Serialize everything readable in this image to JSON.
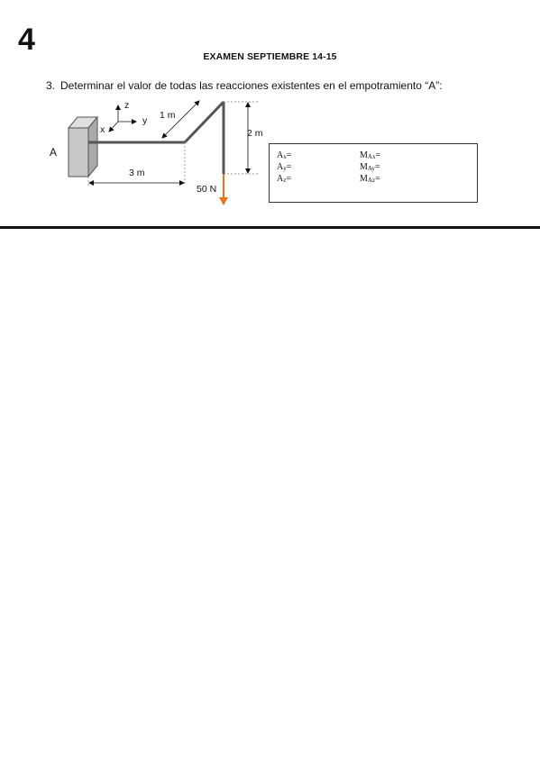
{
  "page_number": "4",
  "exam_title": "EXAMEN SEPTIEMBRE 14-15",
  "question": {
    "number": "3.",
    "text": "Determinar el valor de todas las reacciones existentes en el empotramiento “A”:"
  },
  "figure": {
    "support_label": "A",
    "axis_z": "z",
    "axis_y": "y",
    "axis_x": "x",
    "dim_1m": "1 m",
    "dim_2m": "2 m",
    "dim_3m": "3 m",
    "force_label": "50 N",
    "force_color": "#e8731a",
    "bar_color": "#555555"
  },
  "answers": [
    {
      "main": "A",
      "sub": "x",
      "suffix": "="
    },
    {
      "main": "A",
      "sub": "y",
      "suffix": "="
    },
    {
      "main": "A",
      "sub": "z",
      "suffix": "="
    },
    {
      "main": "M",
      "sub": "Ax",
      "suffix": "="
    },
    {
      "main": "M",
      "sub": "Ay",
      "suffix": "="
    },
    {
      "main": "M",
      "sub": "Az",
      "suffix": "="
    }
  ]
}
